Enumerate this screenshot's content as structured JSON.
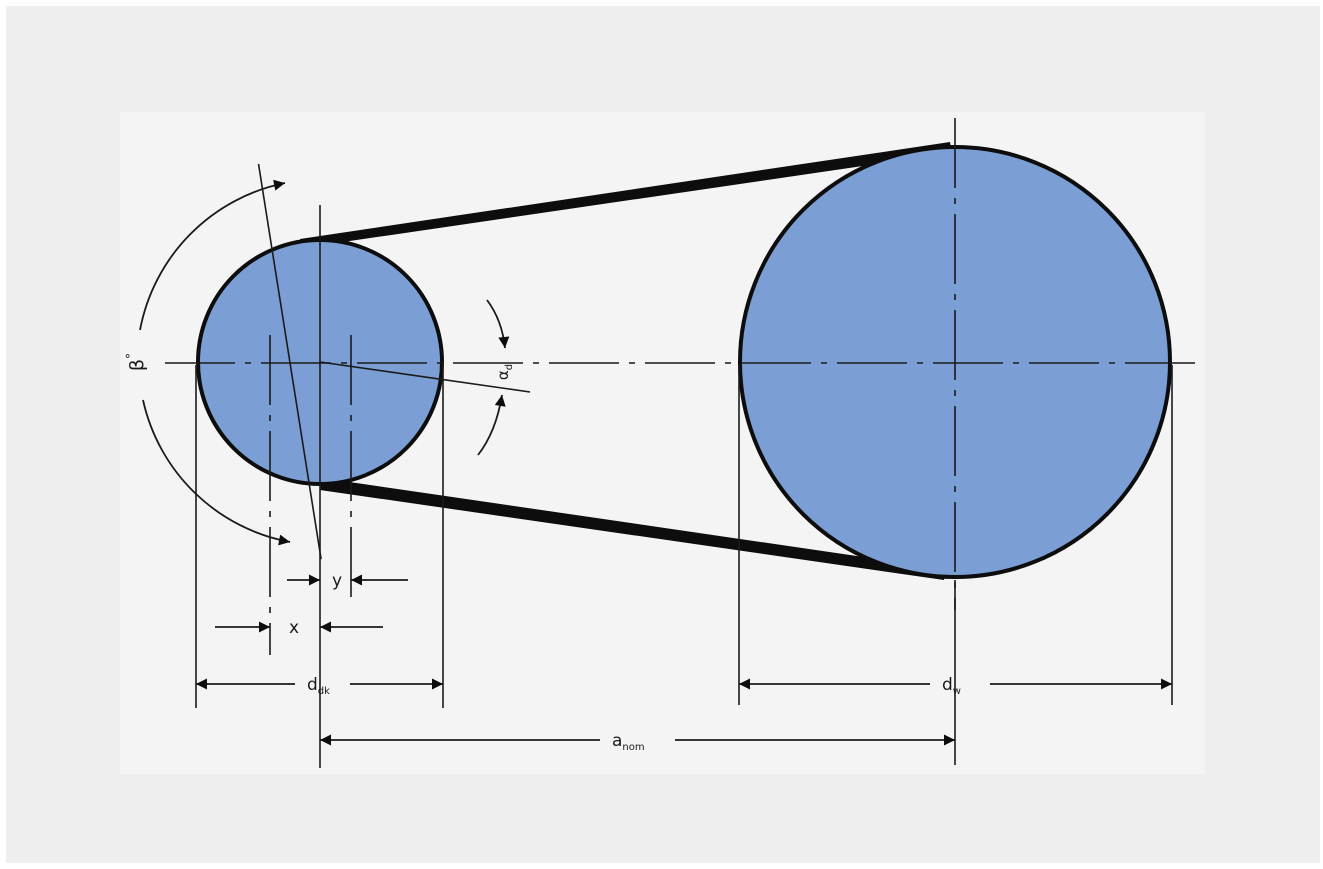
{
  "colors": {
    "pulley_fill": "#7b9fd4",
    "outline": "#0d0d0d",
    "panel_bg": "#eeeeee",
    "drawing_bg": "#f4f4f4"
  },
  "labels": {
    "small_pulley_diameter": {
      "main": "d",
      "sub": "dk"
    },
    "large_pulley_diameter": {
      "main": "d",
      "sub": "w"
    },
    "center_distance": {
      "main": "a",
      "sub": "nom"
    },
    "wrap_angle": {
      "main": "β",
      "sup": "°"
    },
    "belt_angle": {
      "main": "α",
      "sub": "d"
    },
    "offset_x": "x",
    "offset_y": "y"
  }
}
